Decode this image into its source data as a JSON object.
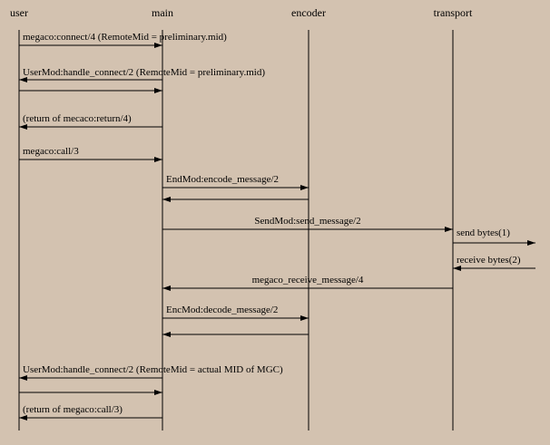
{
  "participants": [
    {
      "id": "user",
      "label": "user"
    },
    {
      "id": "main",
      "label": "main"
    },
    {
      "id": "encoder",
      "label": "encoder"
    },
    {
      "id": "transport",
      "label": "transport"
    }
  ],
  "external": {
    "id": "network",
    "label": ""
  },
  "messages": [
    {
      "from": "user",
      "to": "main",
      "label": "megaco:connect/4   (RemoteMid = preliminary.mid)"
    },
    {
      "from": "main",
      "to": "user",
      "label": "UserMod:handle_connect/2   (RemoteMid = preliminary.mid)"
    },
    {
      "from": "user",
      "to": "main",
      "label": ""
    },
    {
      "from": "main",
      "to": "user",
      "label": "(return of mecaco:return/4)"
    },
    {
      "from": "user",
      "to": "main",
      "label": "megaco:call/3"
    },
    {
      "from": "main",
      "to": "encoder",
      "label": "EndMod:encode_message/2"
    },
    {
      "from": "encoder",
      "to": "main",
      "label": ""
    },
    {
      "from": "main",
      "to": "transport",
      "label": "SendMod:send_message/2"
    },
    {
      "from": "transport",
      "to": "network",
      "label": "send bytes(1)"
    },
    {
      "from": "network",
      "to": "transport",
      "label": "receive bytes(2)"
    },
    {
      "from": "transport",
      "to": "main",
      "label": "megaco_receive_message/4"
    },
    {
      "from": "main",
      "to": "encoder",
      "label": "EncMod:decode_message/2"
    },
    {
      "from": "encoder",
      "to": "main",
      "label": ""
    },
    {
      "from": "main",
      "to": "user",
      "label": "UserMod:handle_connect/2   (RemoteMid = actual MID of MGC)"
    },
    {
      "from": "user",
      "to": "main",
      "label": ""
    },
    {
      "from": "main",
      "to": "user",
      "label": "(return of megaco:call/3)"
    }
  ]
}
